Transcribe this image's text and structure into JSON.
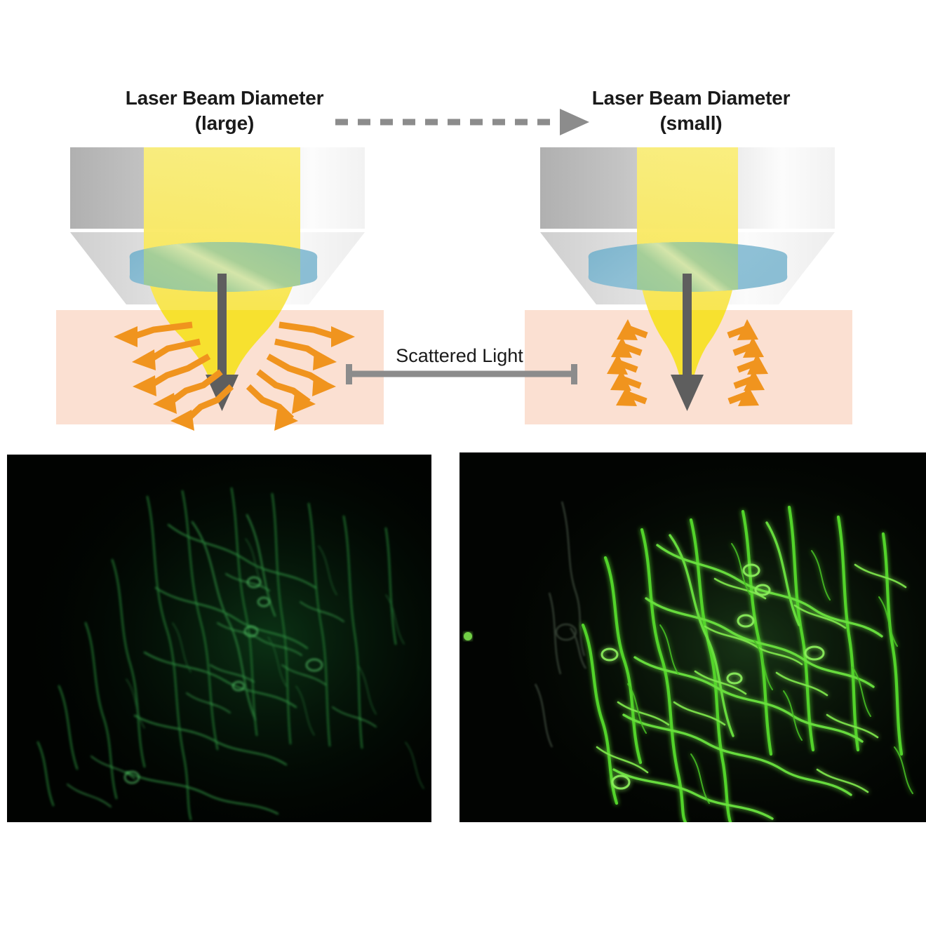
{
  "figure": {
    "left_panel": {
      "title_line1": "Laser Beam Diameter",
      "title_line2": "(large)",
      "title": "Laser Beam Diameter\n(large)"
    },
    "right_panel": {
      "title_line1": "Laser Beam Diameter",
      "title_line2": "(small)",
      "title": "Laser Beam Diameter\n(small)"
    },
    "comparison_arrow": {
      "icon": "dashed-right-arrow-icon",
      "direction": "left-to-right",
      "style": "dashed"
    },
    "scatter_measure": {
      "label": "Scattered Light",
      "icon": "double-ended-measure-bar-icon"
    },
    "icons": {
      "objective_lens": "objective-lens-icon",
      "laser_beam": "laser-beam-cone-icon",
      "focus_arrow": "focus-depth-arrow-icon",
      "scatter_arrow": "scattered-light-arrow-icon",
      "tissue_block": "tissue-sample-block-icon"
    },
    "colors": {
      "beam_yellow": "#F7E12F",
      "beam_yellow_light": "#FAEB6E",
      "lens_blue": "#7BB5CF",
      "lens_green": "#9CC893",
      "barrel_gray_dark": "#B5B5B5",
      "barrel_gray_light": "#FAFAFA",
      "tissue_pink": "#FBE0D2",
      "scatter_orange": "#F0941E",
      "focus_arrow_gray": "#5E5E5E",
      "measure_gray": "#8C8C8C",
      "dash_gray": "#8C8C8C",
      "text_black": "#1A1A1A",
      "micro_left_green": "#1E6B30",
      "micro_right_green": "#54D62B",
      "micro_background": "#000000"
    },
    "microscopy": {
      "left": {
        "name": "confocal-image-large-beam",
        "brightness": "dim",
        "description": "dim green fluorescent fiber network on black background"
      },
      "right": {
        "name": "confocal-image-small-beam",
        "brightness": "bright",
        "description": "bright green fluorescent fiber network on black background"
      }
    }
  }
}
